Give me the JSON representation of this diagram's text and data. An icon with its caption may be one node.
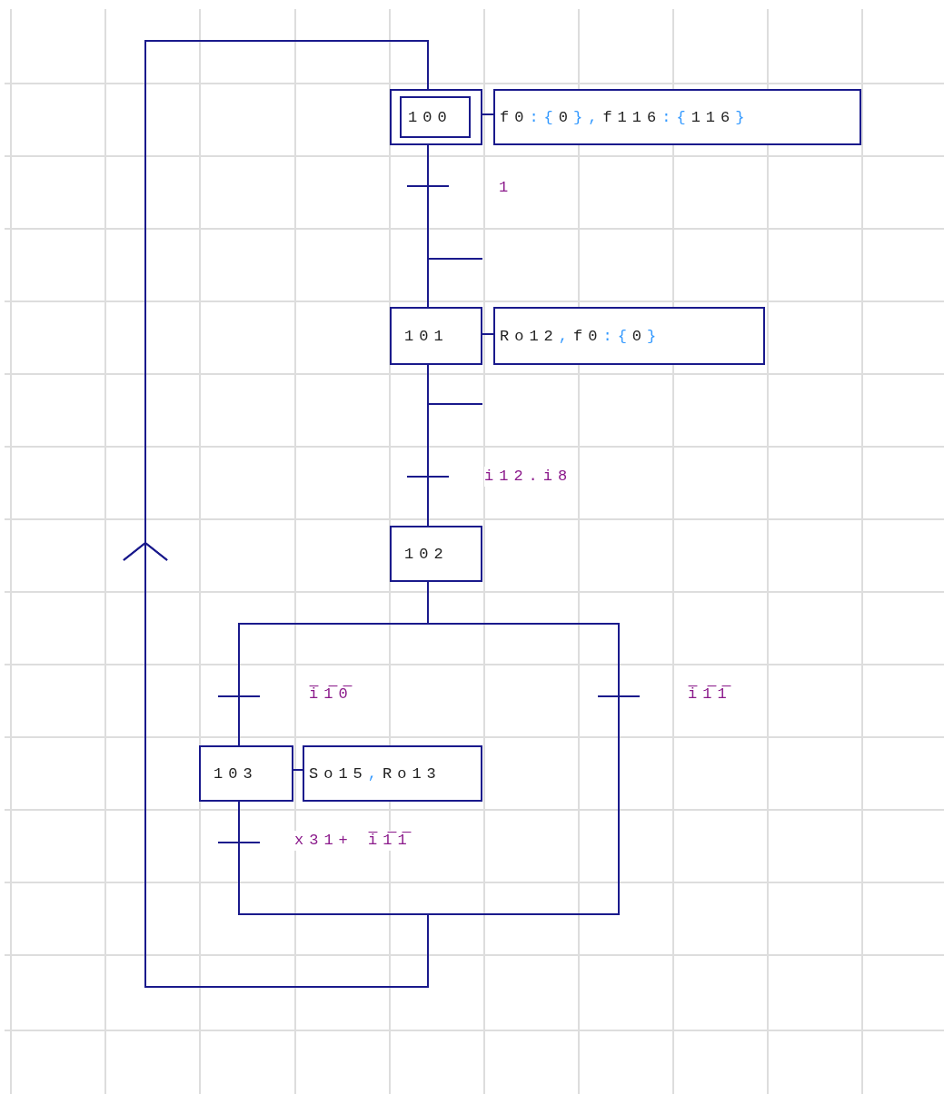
{
  "diagram": {
    "nodes": [
      {
        "text": [
          "100"
        ]
      },
      {
        "text": [
          "f0:{0},f116:{116}"
        ]
      },
      {
        "text": [
          "101"
        ]
      },
      {
        "text": [
          "Ro12,f0:{0}"
        ]
      },
      {
        "text": [
          "102"
        ]
      },
      {
        "text": [
          "103"
        ]
      },
      {
        "text": [
          "So15,Ro13"
        ]
      }
    ],
    "edges": [
      {
        "from": 0,
        "to": 1,
        "arrow": "none"
      },
      {
        "from": 2,
        "to": 3,
        "arrow": "none"
      },
      {
        "from": 5,
        "to": 6,
        "arrow": "none"
      },
      {
        "from": 0,
        "to": 2,
        "arrow": "none",
        "label": "1"
      },
      {
        "from": 2,
        "to": 4,
        "arrow": "none",
        "label": "i12.i8"
      },
      {
        "from": 4,
        "to": 5,
        "arrow": "none",
        "label": "i̅1̅0̅"
      },
      {
        "from": 5,
        "to": 0,
        "arrow": "to",
        "label": "x31+ i̅1̅1̅"
      },
      {
        "from": 4,
        "to": 0,
        "arrow": "to",
        "label": "i̅1̅1̅"
      }
    ]
  }
}
